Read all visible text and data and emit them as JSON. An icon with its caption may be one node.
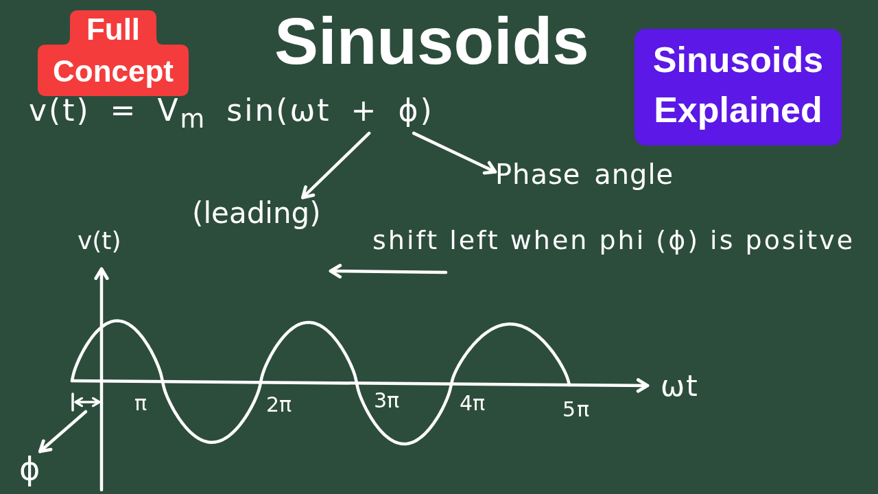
{
  "diagram": {
    "title": "Sinusoids",
    "nodes": [
      {
        "text": [
          "Full Concept"
        ]
      },
      {
        "text": [
          "Sinusoids Explained"
        ]
      },
      {
        "text": [
          "v(t) = V$_{m}$ sin(ωt + ϕ)"
        ]
      },
      {
        "text": [
          "(leading)"
        ]
      },
      {
        "text": [
          "Phase angle"
        ]
      },
      {
        "text": [
          "ϕ"
        ]
      }
    ],
    "edges": [
      {
        "from": 2,
        "to": 3,
        "arrow": "to"
      },
      {
        "from": 2,
        "to": 4,
        "arrow": "to"
      },
      {
        "from": null,
        "to": 5,
        "arrow": "to"
      }
    ],
    "labels": [
      "v(t)",
      "shift left when phi (ϕ) is positve",
      "π",
      "2π",
      "3π",
      "4π",
      "5π",
      "ωt"
    ]
  }
}
